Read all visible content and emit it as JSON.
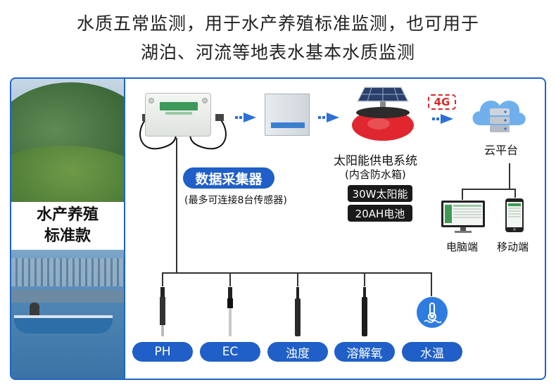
{
  "headline": {
    "line1": "水质五常监测，用于水产养殖标准监测，也可用于",
    "line2": "湖泊、河流等地表水基本水质监测"
  },
  "photo": {
    "label_line1": "水产养殖",
    "label_line2": "标准款"
  },
  "collector": {
    "title": "数据采集器",
    "note": "(最多可连接8台传感器)"
  },
  "solar": {
    "title": "太阳能供电系统",
    "subtitle": "(内含防水箱)",
    "spec1": "30W太阳能",
    "spec2": "20AH电池"
  },
  "network": {
    "badge": "4G"
  },
  "cloud": {
    "label": "云平台"
  },
  "terminals": {
    "pc": "电脑端",
    "mobile": "移动端"
  },
  "sensors": [
    {
      "label": "PH"
    },
    {
      "label": "EC"
    },
    {
      "label": "浊度"
    },
    {
      "label": "溶解氧"
    },
    {
      "label": "水温"
    }
  ],
  "colors": {
    "primary_blue": "#1f5fc7",
    "frame_blue": "#1f64c8",
    "badge_red": "#d42b2b",
    "solar_red": "#e0262e"
  }
}
